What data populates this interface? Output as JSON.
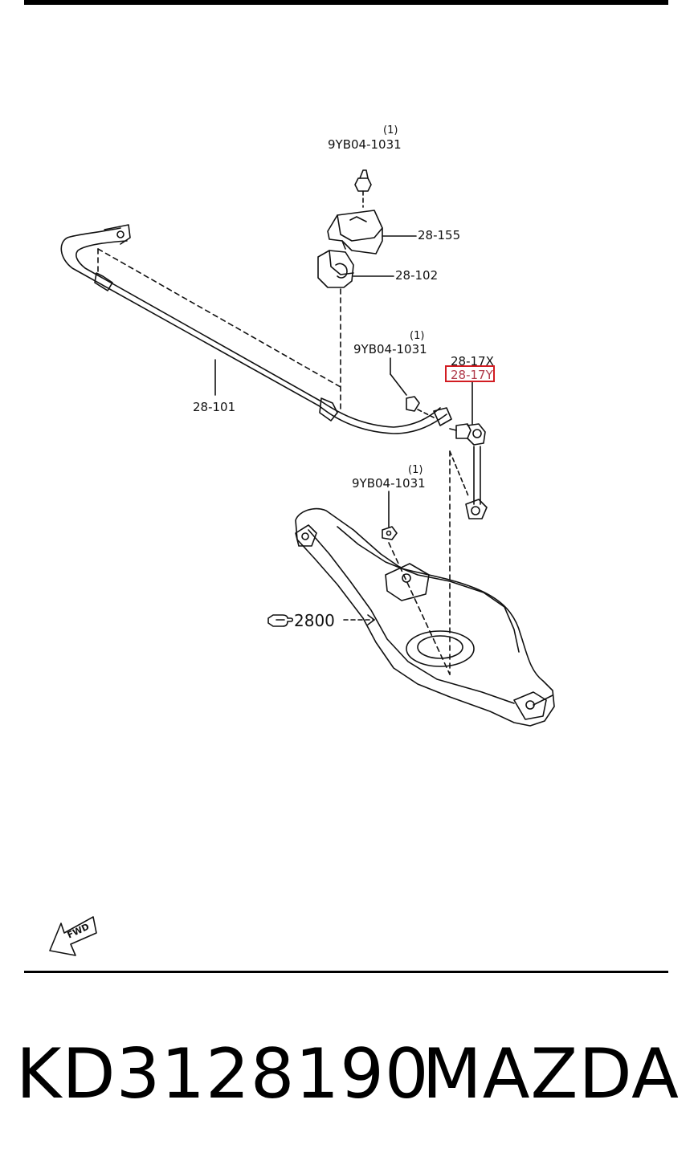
{
  "labels": {
    "bolt_top_qty": "(1)",
    "bolt_top": "9YB04-1031",
    "bracket": "28-155",
    "bushing": "28-102",
    "bolt_mid_qty": "(1)",
    "bolt_mid": "9YB04-1031",
    "link_x": "28-17X",
    "link_y": "28-17Y",
    "stabilizer": "28-101",
    "bolt_low_qty": "(1)",
    "bolt_low": "9YB04-1031",
    "ref_section": "2800",
    "fwd": "FWD"
  },
  "footer": {
    "part_number": "KD3128190",
    "brand": "MAZDA"
  },
  "colors": {
    "line": "#111111",
    "highlight": "#d21c22"
  }
}
